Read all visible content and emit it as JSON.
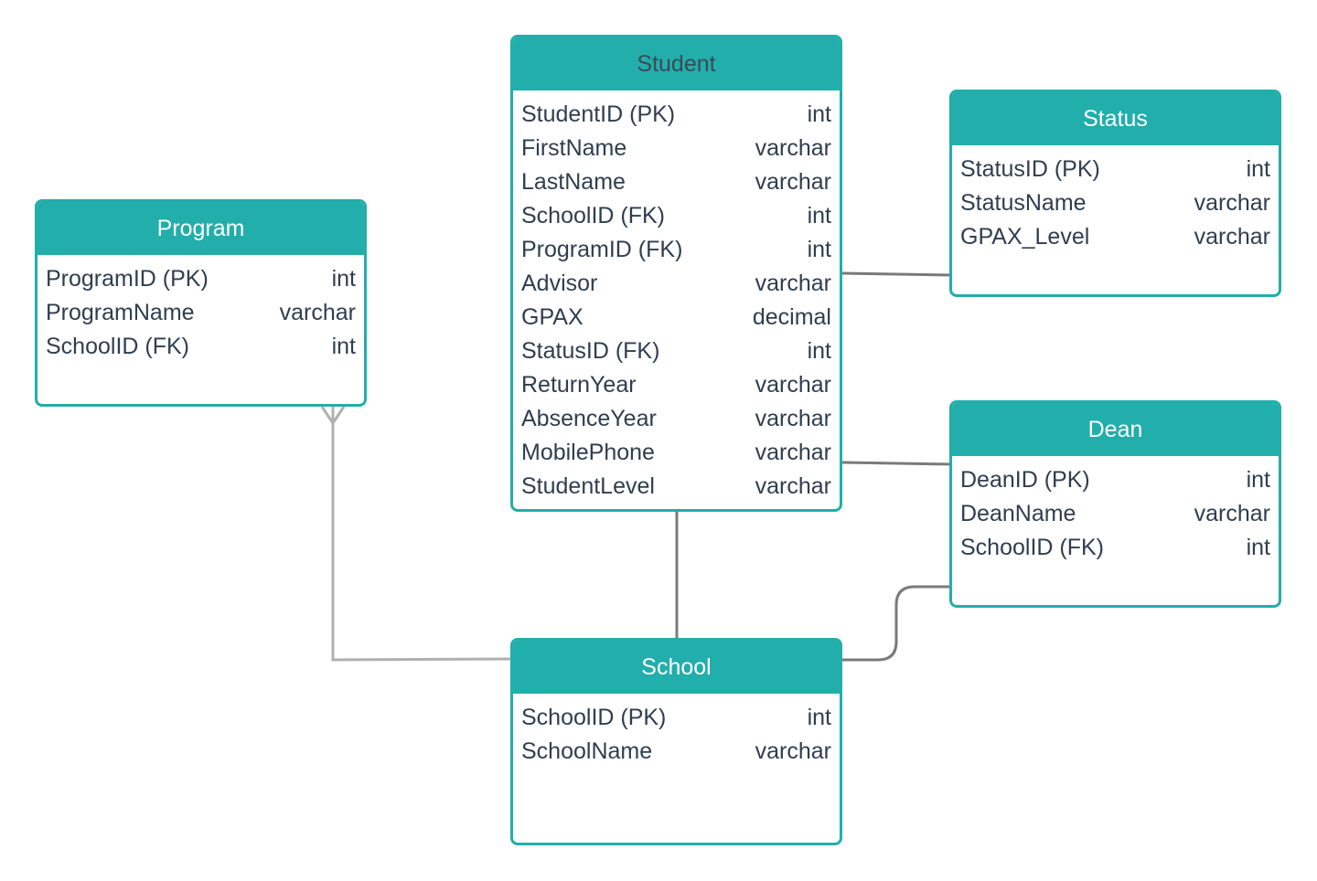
{
  "entities": {
    "student": {
      "name": "Student",
      "attributes": [
        {
          "name": "StudentID (PK)",
          "type": "int"
        },
        {
          "name": "FirstName",
          "type": "varchar"
        },
        {
          "name": "LastName",
          "type": "varchar"
        },
        {
          "name": "SchoolID (FK)",
          "type": "int"
        },
        {
          "name": "ProgramID (FK)",
          "type": "int"
        },
        {
          "name": "Advisor",
          "type": "varchar"
        },
        {
          "name": "GPAX",
          "type": "decimal"
        },
        {
          "name": "StatusID (FK)",
          "type": "int"
        },
        {
          "name": "ReturnYear",
          "type": "varchar"
        },
        {
          "name": "AbsenceYear",
          "type": "varchar"
        },
        {
          "name": "MobilePhone",
          "type": "varchar"
        },
        {
          "name": "StudentLevel",
          "type": "varchar"
        }
      ]
    },
    "status": {
      "name": "Status",
      "attributes": [
        {
          "name": "StatusID (PK)",
          "type": "int"
        },
        {
          "name": "StatusName",
          "type": "varchar"
        },
        {
          "name": "GPAX_Level",
          "type": "varchar"
        }
      ]
    },
    "program": {
      "name": "Program",
      "attributes": [
        {
          "name": "ProgramID (PK)",
          "type": "int"
        },
        {
          "name": "ProgramName",
          "type": "varchar"
        },
        {
          "name": "SchoolID (FK)",
          "type": "int"
        }
      ]
    },
    "dean": {
      "name": "Dean",
      "attributes": [
        {
          "name": "DeanID (PK)",
          "type": "int"
        },
        {
          "name": "DeanName",
          "type": "varchar"
        },
        {
          "name": "SchoolID (FK)",
          "type": "int"
        }
      ]
    },
    "school": {
      "name": "School",
      "attributes": [
        {
          "name": "SchoolID (PK)",
          "type": "int"
        },
        {
          "name": "SchoolName",
          "type": "varchar"
        }
      ]
    }
  },
  "relationships": [
    {
      "from": "student",
      "to": "status",
      "notation": "line"
    },
    {
      "from": "student",
      "to": "dean",
      "notation": "line"
    },
    {
      "from": "student",
      "to": "school",
      "notation": "line"
    },
    {
      "from": "dean",
      "to": "school",
      "notation": "line"
    },
    {
      "from": "school",
      "to": "program",
      "notation": "crows-foot-many"
    }
  ],
  "colors": {
    "header": "#22aeab",
    "border": "#22aeab",
    "text": "#2f3e4f",
    "connector_dark": "#7a7a7a",
    "connector_light": "#b0b0b0"
  }
}
